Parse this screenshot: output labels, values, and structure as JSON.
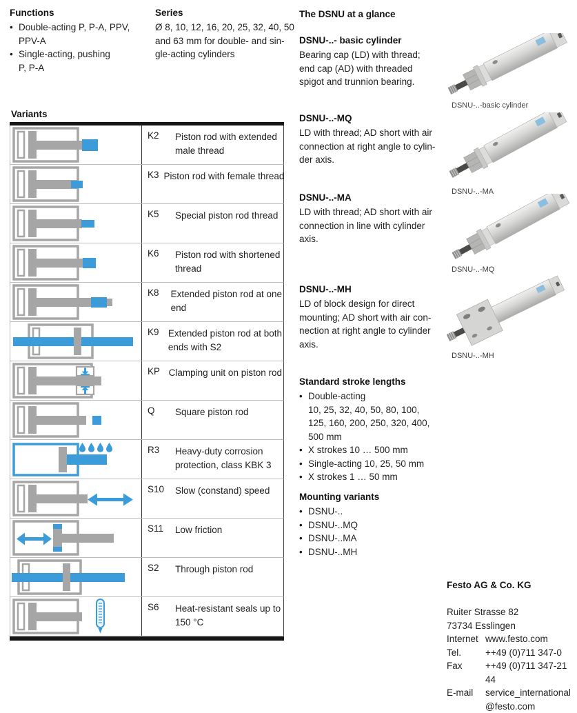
{
  "colors": {
    "accent_blue": "#3b9cd9",
    "diagram_gray": "#a6a6a6",
    "bar_black": "#161616"
  },
  "functions": {
    "title": "Functions",
    "items": [
      "Double-acting P, P-A, PPV,\nPPV-A",
      "Single-acting, pushing\nP, P-A"
    ]
  },
  "series": {
    "title": "Series",
    "text": "Ø 8, 10, 12, 16, 20, 25, 32, 40, 50\nand 63 mm for double- and sin-\ngle-acting cylinders"
  },
  "variants": {
    "title": "Variants",
    "rows": [
      {
        "code": "K2",
        "diagram": "k2",
        "desc": "Piston rod with extended\nmale thread"
      },
      {
        "code": "K3",
        "diagram": "k3",
        "desc": "Piston rod with female thread"
      },
      {
        "code": "K5",
        "diagram": "k5",
        "desc": "Special piston rod thread"
      },
      {
        "code": "K6",
        "diagram": "k6",
        "desc": "Piston rod with shortened\nthread"
      },
      {
        "code": "K8",
        "diagram": "k8",
        "desc": "Extended piston rod at one\nend"
      },
      {
        "code": "K9",
        "diagram": "k9",
        "desc": "Extended piston rod at both\nends with S2"
      },
      {
        "code": "KP",
        "diagram": "kp",
        "desc": "Clamping unit on piston rod"
      },
      {
        "code": "Q",
        "diagram": "q",
        "desc": "Square piston rod"
      },
      {
        "code": "R3",
        "diagram": "r3",
        "desc": "Heavy-duty corrosion\nprotection, class KBK 3"
      },
      {
        "code": "S10",
        "diagram": "s10",
        "desc": "Slow (constand) speed"
      },
      {
        "code": "S11",
        "diagram": "s11",
        "desc": "Low friction"
      },
      {
        "code": "S2",
        "diagram": "s2",
        "desc": "Through piston rod"
      },
      {
        "code": "S6",
        "diagram": "s6",
        "desc": "Heat-resistant seals up to\n150 °C"
      }
    ]
  },
  "glance": {
    "title": "The DSNU at a glance",
    "sections": [
      {
        "heading": "DSNU-..- basic cylinder",
        "body": "Bearing cap (LD) with thread;\nend cap (AD) with threaded\nspigot and trunnion bearing.",
        "caption": "DSNU-..-basic cylinder"
      },
      {
        "heading": "DSNU-..-MQ",
        "body": "LD with thread; AD short with air\nconnection at right angle to cylin-\nder axis.",
        "caption": "DSNU-..-MA"
      },
      {
        "heading": "DSNU-..-MA",
        "body": "LD with thread; AD short with air\nconnection in line with cylinder\naxis.",
        "caption": "DSNU-..-MQ"
      },
      {
        "heading": "DSNU-..-MH",
        "body": "LD of block design for direct\nmounting; AD short with air con-\nnection at right angle to cylinder\naxis.",
        "caption": "DSNU-..-MH"
      }
    ]
  },
  "stroke": {
    "title": "Standard stroke lengths",
    "items": [
      "Double-acting\n10, 25, 32, 40, 50, 80, 100,\n125, 160, 200, 250, 320, 400,\n500 mm",
      "X strokes 10 … 500 mm",
      "Single-acting 10, 25, 50 mm",
      "X strokes 1 … 50 mm"
    ]
  },
  "mounting": {
    "title": "Mounting variants",
    "items": [
      "DSNU-..",
      "DSNU-..MQ",
      "DSNU-..MA",
      "DSNU-..MH"
    ]
  },
  "contact": {
    "company": "Festo AG & Co. KG",
    "address": [
      "Ruiter Strasse 82",
      "73734 Esslingen"
    ],
    "rows": [
      {
        "label": "Internet",
        "value": "www.festo.com"
      },
      {
        "label": "Tel.",
        "value": "++49 (0)711 347-0"
      },
      {
        "label": "Fax",
        "value": "++49 (0)711 347-21 44"
      },
      {
        "label": "E-mail",
        "value": "service_international\n@festo.com"
      }
    ]
  }
}
